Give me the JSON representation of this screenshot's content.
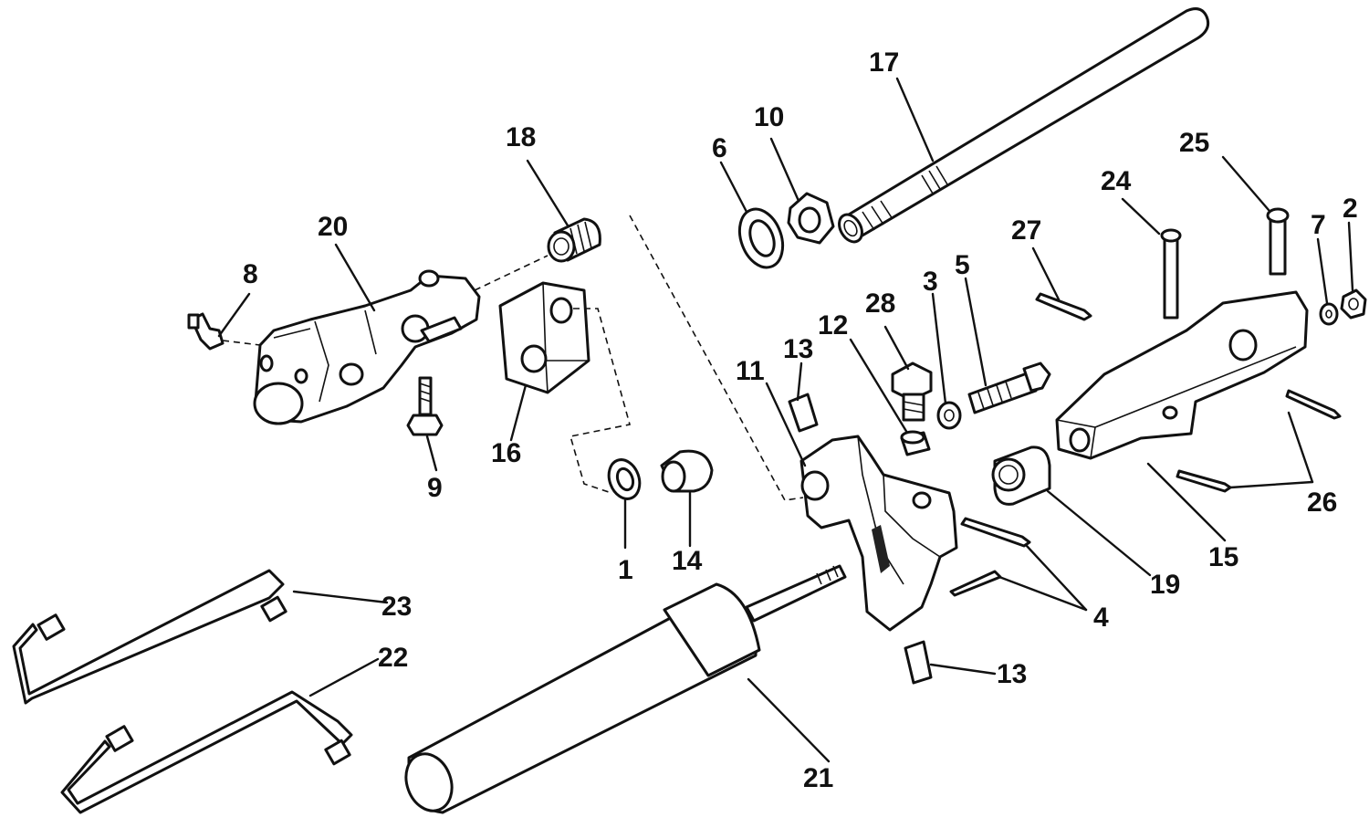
{
  "callouts": {
    "c1": "1",
    "c2": "2",
    "c3": "3",
    "c4": "4",
    "c5": "5",
    "c6": "6",
    "c7": "7",
    "c8": "8",
    "c9": "9",
    "c10": "10",
    "c11": "11",
    "c12": "12",
    "c13a": "13",
    "c13b": "13",
    "c14": "14",
    "c15": "15",
    "c16": "16",
    "c17": "17",
    "c18": "18",
    "c19": "19",
    "c20": "20",
    "c21": "21",
    "c22": "22",
    "c23": "23",
    "c24": "24",
    "c25": "25",
    "c26": "26",
    "c27": "27",
    "c28": "28"
  }
}
